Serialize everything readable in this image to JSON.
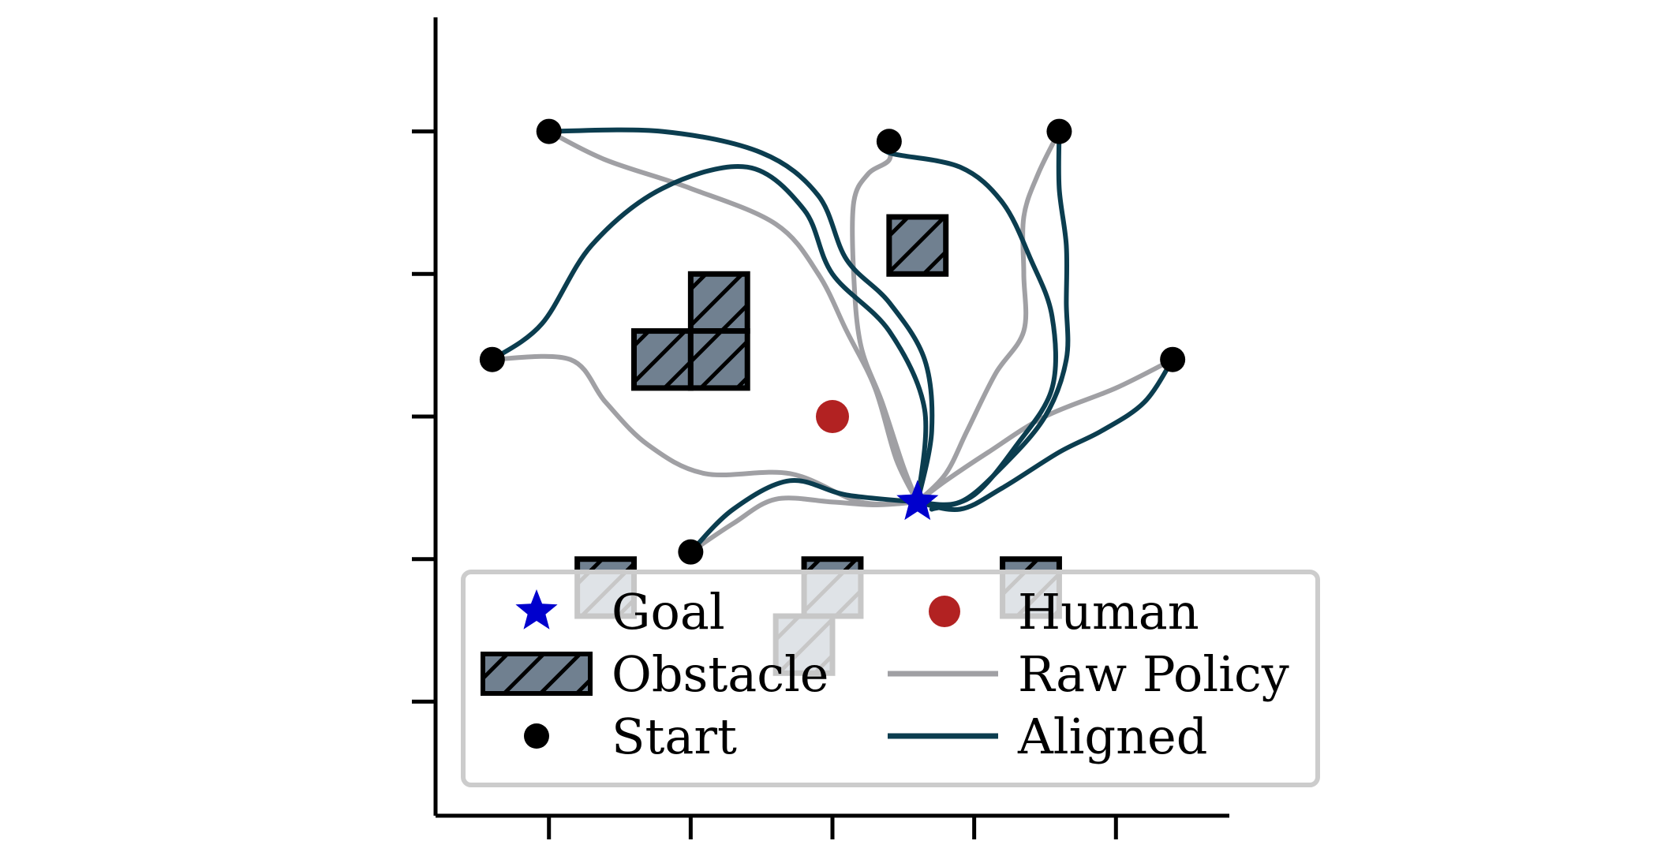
{
  "chart_data": {
    "type": "scatter",
    "title": "",
    "xlabel": "",
    "ylabel": "",
    "xlim": [
      -0.8,
      4.8
    ],
    "ylim": [
      -0.8,
      4.8
    ],
    "x_ticks": [
      0,
      1,
      2,
      3,
      4
    ],
    "y_ticks": [
      0,
      1,
      2,
      3,
      4,
      5
    ],
    "tick_labels_shown": false,
    "grid": false,
    "legend": {
      "placement": "lower center",
      "columns": 2,
      "entries": [
        {
          "key": "goal",
          "label": "Goal"
        },
        {
          "key": "human",
          "label": "Human"
        },
        {
          "key": "obstacle",
          "label": "Obstacle"
        },
        {
          "key": "raw",
          "label": "Raw Policy"
        },
        {
          "key": "start",
          "label": "Start"
        },
        {
          "key": "aligned",
          "label": "Aligned"
        }
      ]
    },
    "colors": {
      "goal": "#0000cd",
      "human": "#b22222",
      "obstacle_fill": "#708090",
      "obstacle_edge": "#000000",
      "start": "#000000",
      "raw": "#a0a0a4",
      "aligned": "#0b3d4f"
    },
    "goal": [
      2.6,
      1.4
    ],
    "human": [
      2.0,
      2.0
    ],
    "starts": [
      [
        0.0,
        4.0
      ],
      [
        2.4,
        3.93
      ],
      [
        3.6,
        4.0
      ],
      [
        -0.4,
        2.4
      ],
      [
        4.4,
        2.4
      ],
      [
        1.0,
        1.05
      ]
    ],
    "obstacles": [
      {
        "x": 1.0,
        "y": 2.6,
        "w": 0.4,
        "h": 0.4
      },
      {
        "x": 0.6,
        "y": 2.2,
        "w": 0.4,
        "h": 0.4
      },
      {
        "x": 1.0,
        "y": 2.2,
        "w": 0.4,
        "h": 0.4
      },
      {
        "x": 2.4,
        "y": 3.0,
        "w": 0.4,
        "h": 0.4
      },
      {
        "x": 0.2,
        "y": 0.6,
        "w": 0.4,
        "h": 0.4
      },
      {
        "x": 1.8,
        "y": 0.6,
        "w": 0.4,
        "h": 0.4
      },
      {
        "x": 1.6,
        "y": 0.2,
        "w": 0.4,
        "h": 0.4
      },
      {
        "x": 3.2,
        "y": 0.6,
        "w": 0.4,
        "h": 0.4
      }
    ],
    "series": [
      {
        "name": "Raw Policy",
        "paths": [
          [
            [
              0.0,
              4.0
            ],
            [
              0.4,
              3.8
            ],
            [
              1.0,
              3.6
            ],
            [
              1.6,
              3.35
            ],
            [
              1.9,
              3.0
            ],
            [
              2.1,
              2.6
            ],
            [
              2.3,
              2.2
            ],
            [
              2.45,
              1.7
            ],
            [
              2.6,
              1.4
            ]
          ],
          [
            [
              2.4,
              3.93
            ],
            [
              2.4,
              3.8
            ],
            [
              2.25,
              3.7
            ],
            [
              2.15,
              3.5
            ],
            [
              2.15,
              3.0
            ],
            [
              2.2,
              2.5
            ],
            [
              2.35,
              2.1
            ],
            [
              2.5,
              1.65
            ],
            [
              2.6,
              1.4
            ]
          ],
          [
            [
              3.6,
              4.0
            ],
            [
              3.45,
              3.7
            ],
            [
              3.35,
              3.4
            ],
            [
              3.35,
              3.0
            ],
            [
              3.35,
              2.6
            ],
            [
              3.15,
              2.3
            ],
            [
              2.95,
              1.9
            ],
            [
              2.8,
              1.6
            ],
            [
              2.6,
              1.4
            ]
          ],
          [
            [
              -0.4,
              2.4
            ],
            [
              0.15,
              2.4
            ],
            [
              0.4,
              2.1
            ],
            [
              0.7,
              1.8
            ],
            [
              1.1,
              1.6
            ],
            [
              1.7,
              1.6
            ],
            [
              2.2,
              1.4
            ],
            [
              2.6,
              1.4
            ]
          ],
          [
            [
              4.4,
              2.4
            ],
            [
              4.0,
              2.2
            ],
            [
              3.5,
              2.0
            ],
            [
              3.1,
              1.75
            ],
            [
              2.8,
              1.55
            ],
            [
              2.6,
              1.4
            ]
          ],
          [
            [
              1.0,
              1.05
            ],
            [
              1.3,
              1.25
            ],
            [
              1.6,
              1.42
            ],
            [
              2.0,
              1.4
            ],
            [
              2.3,
              1.38
            ],
            [
              2.6,
              1.4
            ]
          ]
        ]
      },
      {
        "name": "Aligned",
        "paths": [
          [
            [
              0.0,
              4.0
            ],
            [
              0.8,
              4.0
            ],
            [
              1.5,
              3.85
            ],
            [
              1.9,
              3.55
            ],
            [
              2.1,
              3.1
            ],
            [
              2.4,
              2.8
            ],
            [
              2.65,
              2.4
            ],
            [
              2.7,
              1.9
            ],
            [
              2.6,
              1.4
            ]
          ],
          [
            [
              2.4,
              3.93
            ],
            [
              2.4,
              3.85
            ],
            [
              2.9,
              3.75
            ],
            [
              3.2,
              3.5
            ],
            [
              3.4,
              3.1
            ],
            [
              3.55,
              2.7
            ],
            [
              3.55,
              2.2
            ],
            [
              3.3,
              1.8
            ],
            [
              3.0,
              1.45
            ],
            [
              2.7,
              1.35
            ]
          ],
          [
            [
              3.6,
              4.0
            ],
            [
              3.6,
              3.6
            ],
            [
              3.65,
              3.2
            ],
            [
              3.65,
              2.8
            ],
            [
              3.65,
              2.4
            ],
            [
              3.5,
              2.0
            ],
            [
              3.2,
              1.65
            ],
            [
              2.9,
              1.4
            ],
            [
              2.6,
              1.4
            ]
          ],
          [
            [
              -0.4,
              2.4
            ],
            [
              -0.05,
              2.65
            ],
            [
              0.3,
              3.2
            ],
            [
              0.8,
              3.6
            ],
            [
              1.4,
              3.75
            ],
            [
              1.8,
              3.45
            ],
            [
              2.0,
              3.0
            ],
            [
              2.4,
              2.6
            ],
            [
              2.65,
              2.05
            ],
            [
              2.6,
              1.4
            ]
          ],
          [
            [
              4.4,
              2.4
            ],
            [
              4.2,
              2.1
            ],
            [
              3.9,
              1.9
            ],
            [
              3.6,
              1.75
            ],
            [
              3.2,
              1.5
            ],
            [
              2.9,
              1.35
            ],
            [
              2.6,
              1.4
            ]
          ],
          [
            [
              1.0,
              1.05
            ],
            [
              1.3,
              1.35
            ],
            [
              1.7,
              1.55
            ],
            [
              2.1,
              1.45
            ],
            [
              2.6,
              1.4
            ]
          ]
        ]
      }
    ]
  }
}
